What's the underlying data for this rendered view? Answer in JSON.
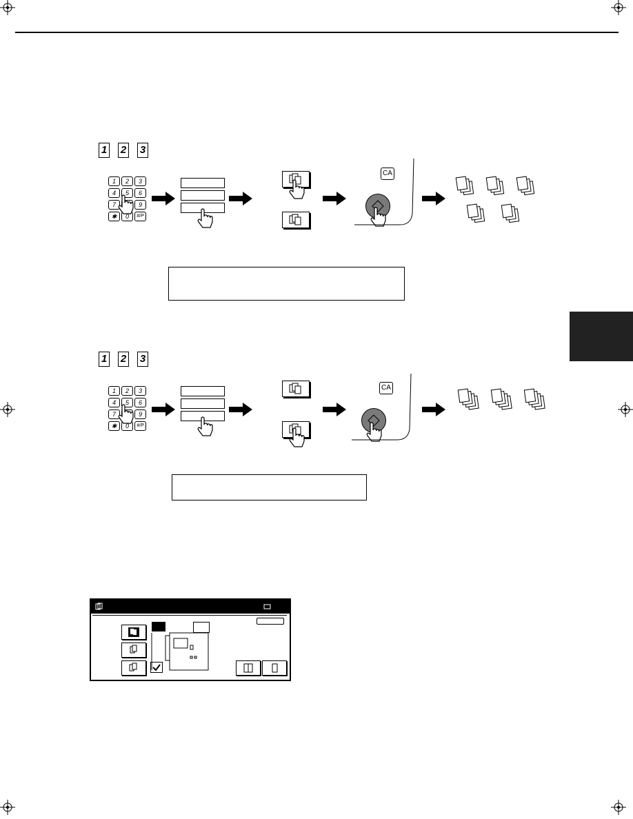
{
  "section1": {
    "order_digits": [
      "1",
      "2",
      "3"
    ],
    "keypad": [
      "1",
      "2",
      "3",
      "4",
      "5",
      "6",
      "7",
      "8",
      "9",
      "✱",
      "0",
      "#/P"
    ],
    "ca_label": "CA"
  },
  "section2": {
    "order_digits": [
      "1",
      "2",
      "3"
    ],
    "keypad": [
      "1",
      "2",
      "3",
      "4",
      "5",
      "6",
      "7",
      "8",
      "9",
      "✱",
      "0",
      "#/P"
    ],
    "ca_label": "CA"
  }
}
